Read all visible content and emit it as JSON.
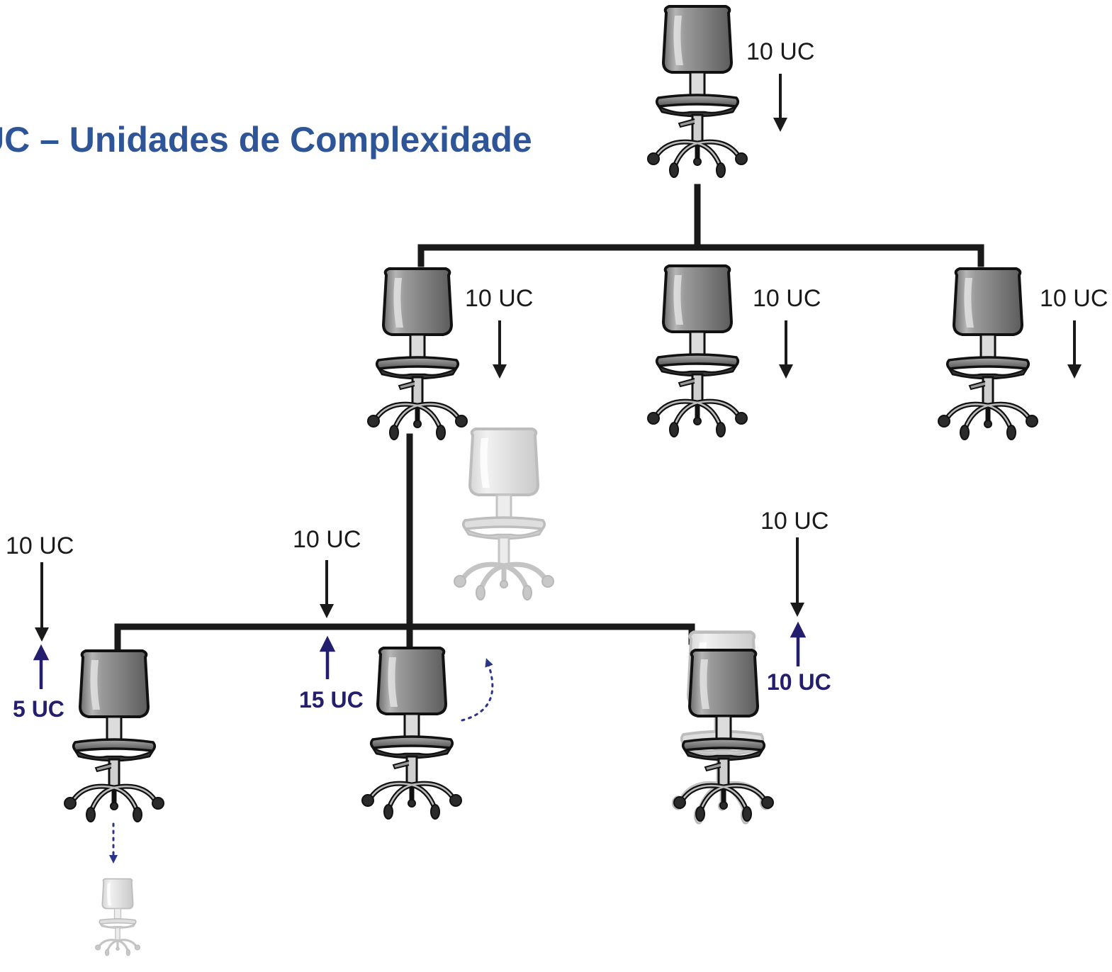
{
  "title": "UC – Unidades de Complexidade",
  "colors": {
    "title": "#2e5597",
    "line": "#1a1a1a",
    "up_arrow": "#241e6e",
    "chair_back": "#7d7d7d",
    "ghost": "#d0d0d0"
  },
  "top_node": {
    "label": "10 UC"
  },
  "middle_nodes": [
    {
      "label": "10 UC"
    },
    {
      "label": "10 UC"
    },
    {
      "label": "10 UC"
    }
  ],
  "bottom_incoming": [
    {
      "label": "10 UC"
    },
    {
      "label": "10 UC"
    },
    {
      "label": "10 UC"
    }
  ],
  "bottom_outgoing": [
    {
      "label": "5 UC"
    },
    {
      "label": "15 UC"
    },
    {
      "label": "10 UC"
    }
  ]
}
